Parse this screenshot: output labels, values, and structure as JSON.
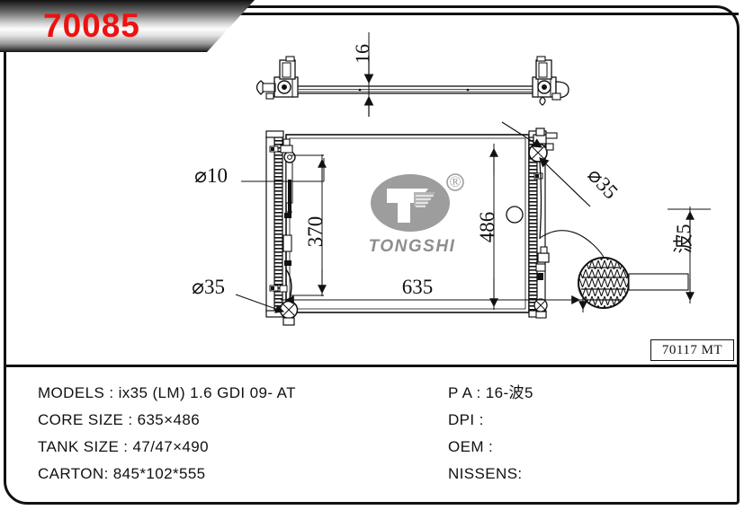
{
  "banner": {
    "part_number": "70085",
    "text_color": "#ee1111"
  },
  "drawing": {
    "part_number_box": "70117  MT",
    "logo": {
      "brand": "TONGSHI",
      "trademark": "R",
      "color": "#9a9a9a"
    },
    "dimensions": {
      "top_thickness": "16",
      "inlet_diameter_top_left": "⌀10",
      "core_height": "370",
      "overall_height": "486",
      "core_width": "635",
      "port_diameter_bottom_left": "⌀35",
      "port_diameter_top_right": "⌀35",
      "fin_pitch": "波5"
    }
  },
  "info": {
    "left": [
      "MODELS : ix35 (LM) 1.6 GDI 09- AT",
      "CORE SIZE : 635×486",
      "TANK SIZE : 47/47×490",
      "CARTON: 845*102*555"
    ],
    "right": [
      "P A : 16-波5",
      "DPI :",
      "OEM :",
      "NISSENS:"
    ]
  }
}
